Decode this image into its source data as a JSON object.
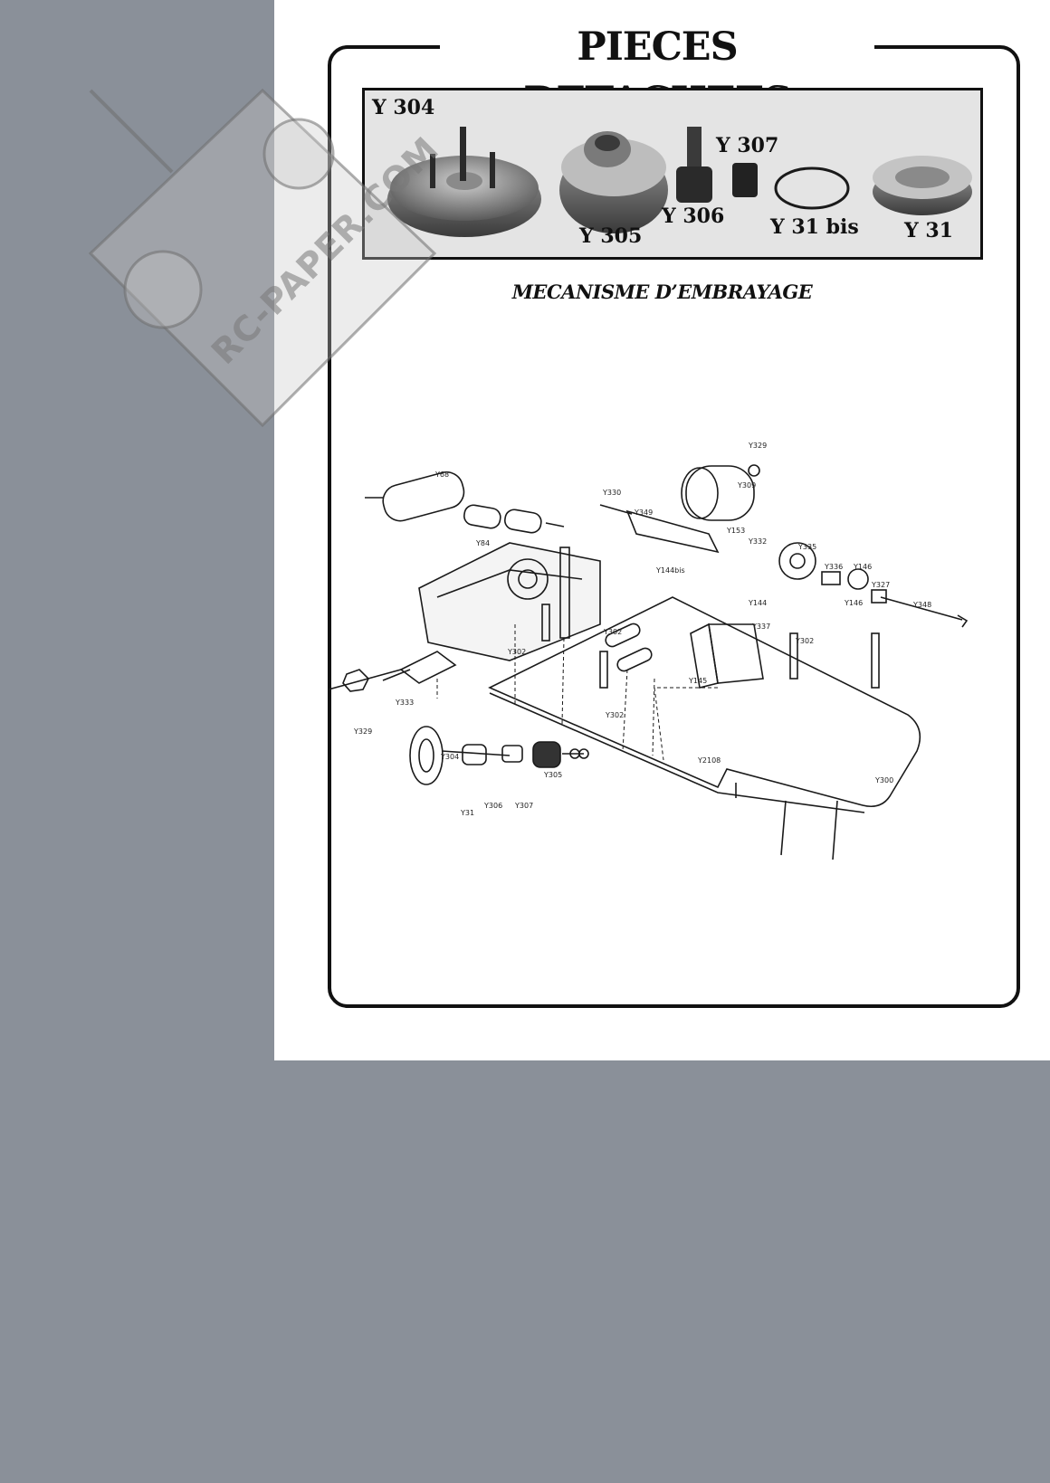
{
  "page": {
    "title": "PIECES DETACHEES",
    "subtitle": "MECANISME D’EMBRAYAGE",
    "watermark": "RC-PAPER.COM"
  },
  "photo_parts": {
    "y304": "Y 304",
    "y305": "Y 305",
    "y306": "Y 306",
    "y307": "Y 307",
    "y31bis": "Y 31 bis",
    "y31": "Y 31"
  },
  "callouts": {
    "y329_top": "Y329",
    "y309": "Y309",
    "y68": "Y68",
    "y330": "Y330",
    "y349": "Y349",
    "y153": "Y153",
    "y332": "Y332",
    "y335": "Y335",
    "y84": "Y84",
    "y144bis": "Y144bis",
    "y336": "Y336",
    "y146a": "Y146",
    "y327": "Y327",
    "y146b": "Y146",
    "y348": "Y348",
    "y144": "Y144",
    "y337": "Y337",
    "y302a": "Y302",
    "y302b": "Y302",
    "y302c": "Y302",
    "y302d": "Y302",
    "y145": "Y145",
    "y333": "Y333",
    "y329_bottom": "Y329",
    "y2108": "Y2108",
    "y300": "Y300",
    "y304s": "Y304",
    "y305s": "Y305",
    "y31s": "Y31",
    "y306s": "Y306",
    "y307s": "Y307"
  }
}
